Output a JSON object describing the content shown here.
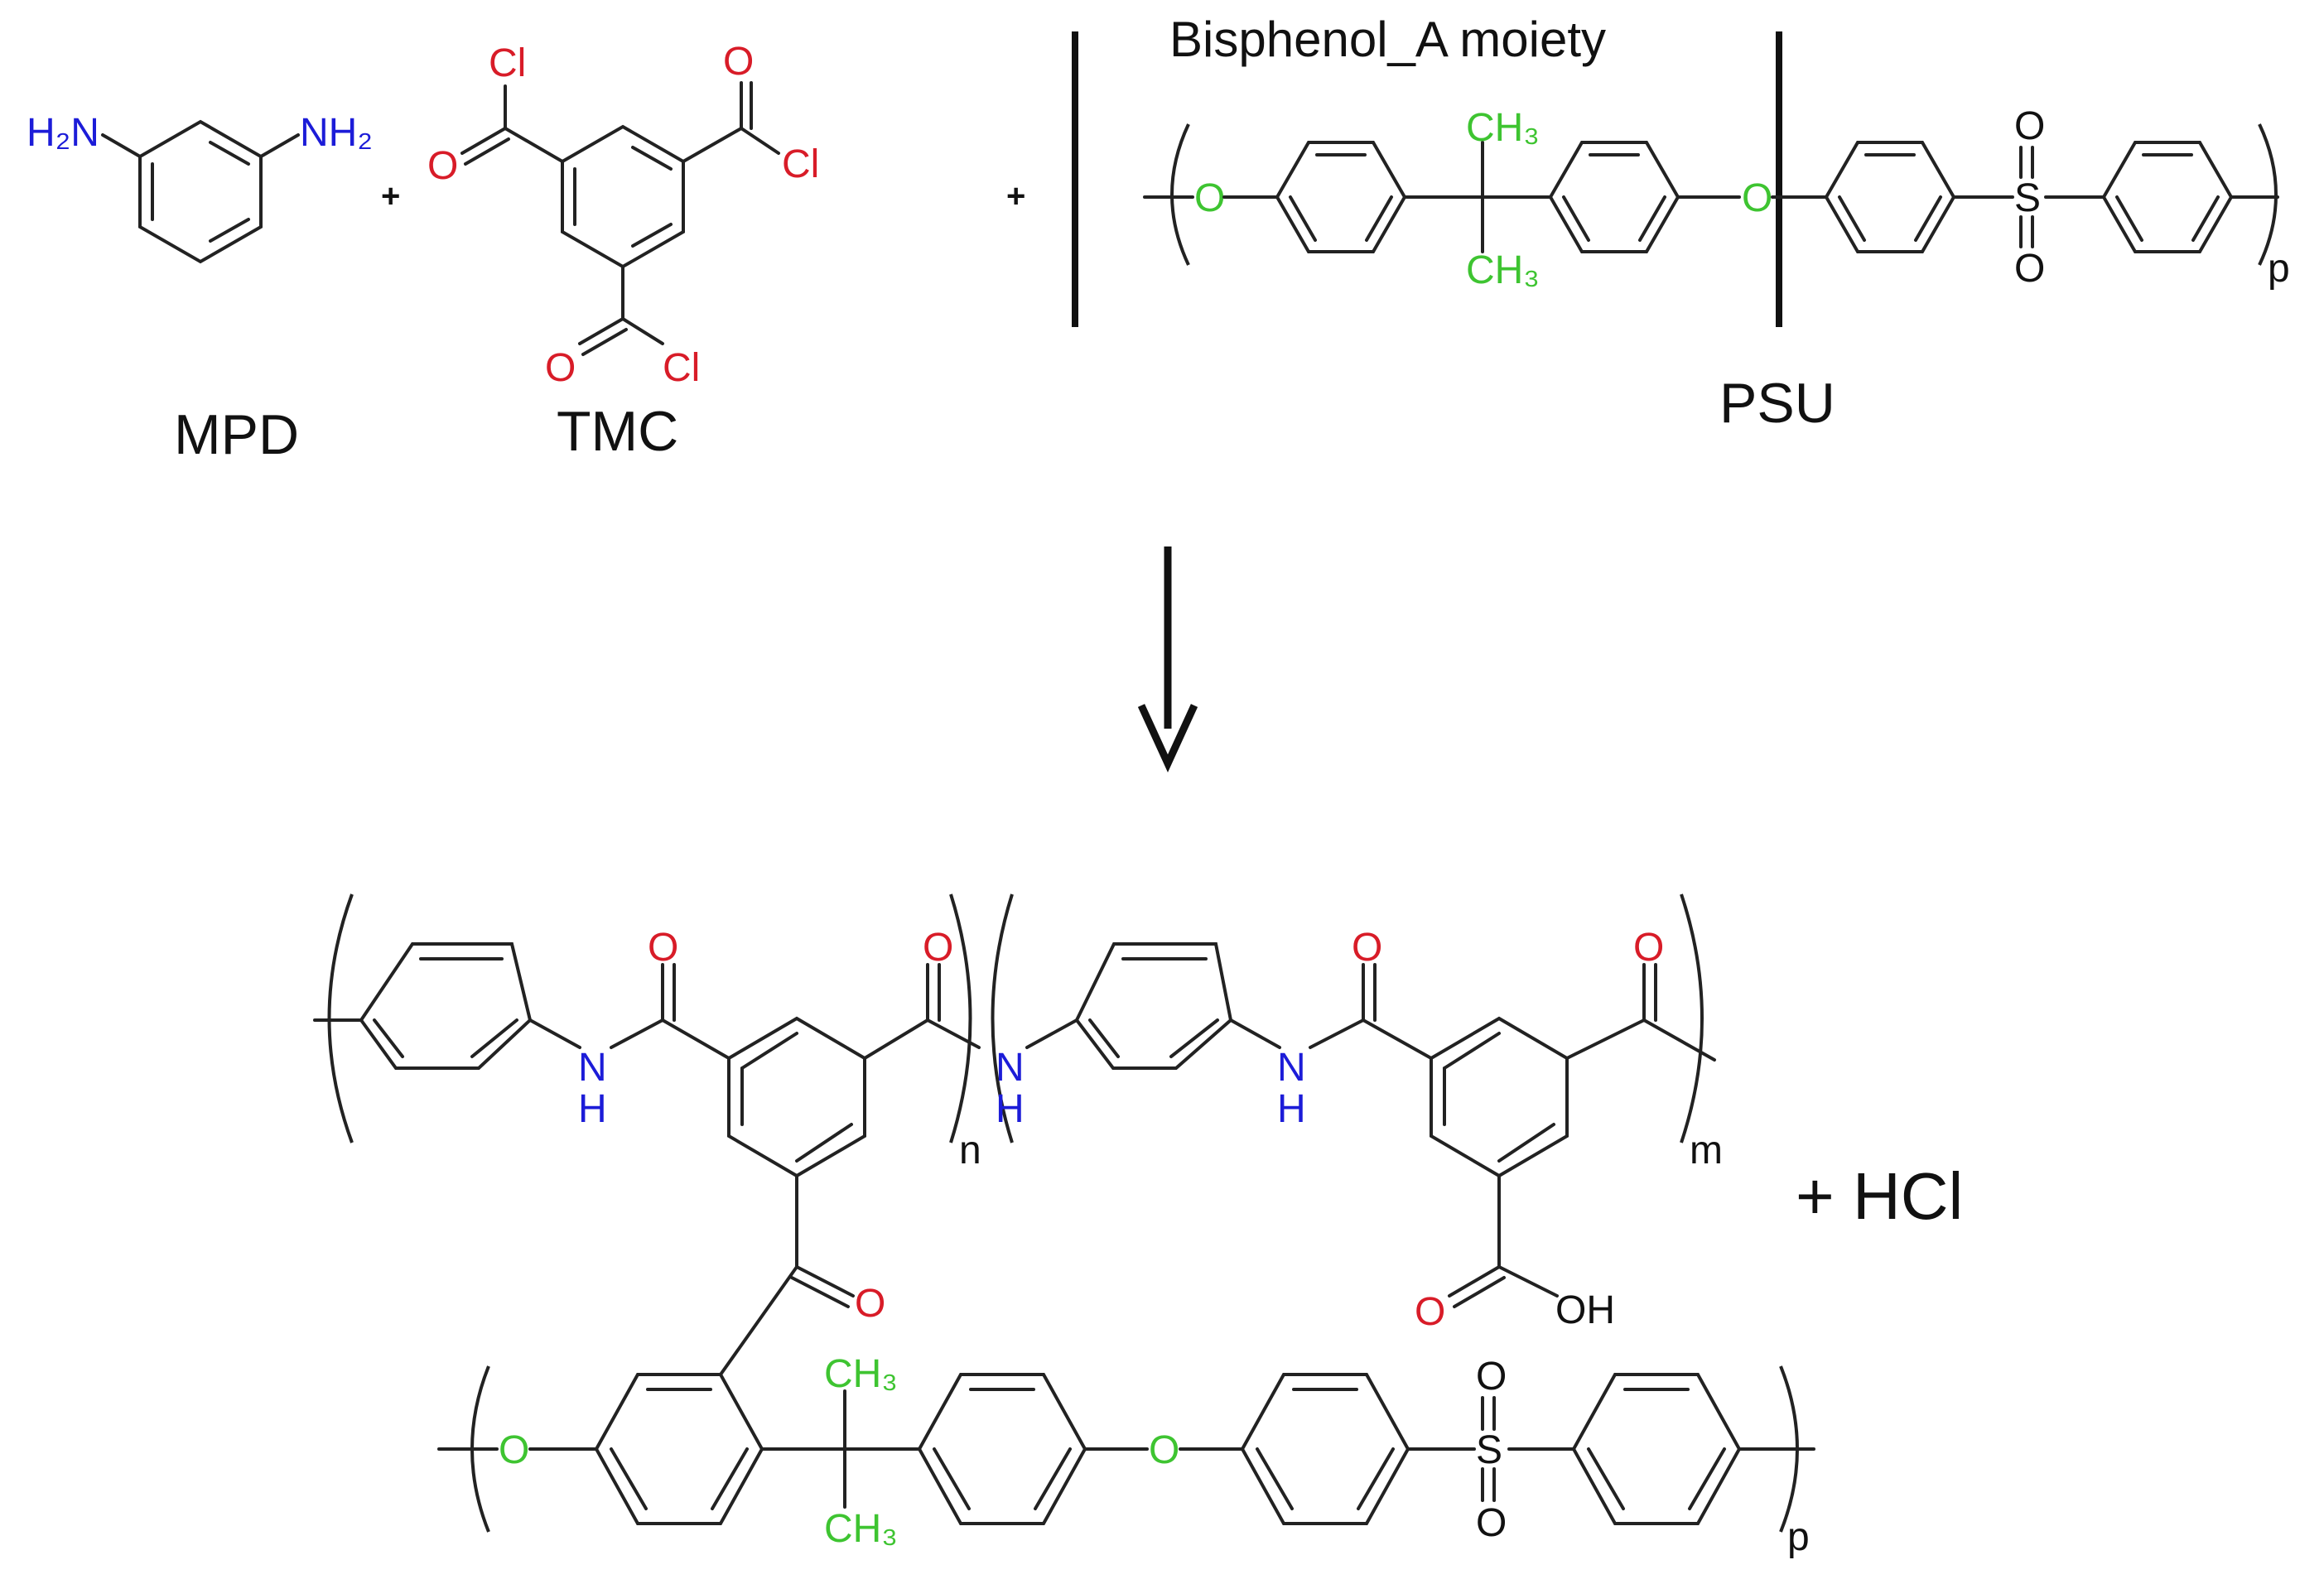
{
  "colors": {
    "nitrogen": "#1c1cd8",
    "oxygen_chlorine": "#d81c28",
    "bisphenol_a_highlight": "#3ec431",
    "bond": "#222222"
  },
  "labels": {
    "mpd": "MPD",
    "tmc": "TMC",
    "psu": "PSU",
    "bisphenol_a_moiety": "Bisphenol_A moiety",
    "plus": "+",
    "byproduct": "+ HCl"
  },
  "atoms": {
    "h2n": "H₂N",
    "nh2": "NH₂",
    "cl": "Cl",
    "o": "O",
    "s": "S",
    "n": "N",
    "h": "H",
    "oh": "OH",
    "ch3": "CH₃"
  },
  "subscripts": {
    "n": "n",
    "m": "m",
    "p": "p"
  }
}
